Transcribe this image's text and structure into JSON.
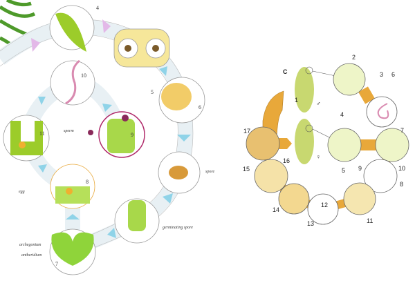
{
  "fern_cycle": {
    "labels": {
      "n4": "4",
      "n5": "5",
      "n6": "6",
      "n7": "7",
      "n8": "8",
      "n9": "9",
      "n10": "10",
      "n11": "11",
      "sperm": "sperm",
      "egg": "egg",
      "spore": "spore",
      "germinating_spore": "germinating spore",
      "archegonium": "archegonium",
      "antheridium": "antheridium"
    }
  },
  "moss_cycle": {
    "panel_letter": "C",
    "labels": {
      "n1": "1",
      "n2": "2",
      "n3": "3",
      "n4": "4",
      "n5": "5",
      "n6": "6",
      "n7": "7",
      "n8": "8",
      "n9": "9",
      "n10": "10",
      "n11": "11",
      "n12": "12",
      "n13": "13",
      "n14": "14",
      "n15": "15",
      "n16": "16",
      "n17": "17",
      "male": "♂",
      "female": "♀"
    }
  },
  "colors": {
    "fern_green": "#9ccc2a",
    "moss_orange": "#e8a83a",
    "band": "#e8f0f4",
    "arrow_blue": "#8fd3e8",
    "arrow_pink": "#e3b8e8"
  }
}
